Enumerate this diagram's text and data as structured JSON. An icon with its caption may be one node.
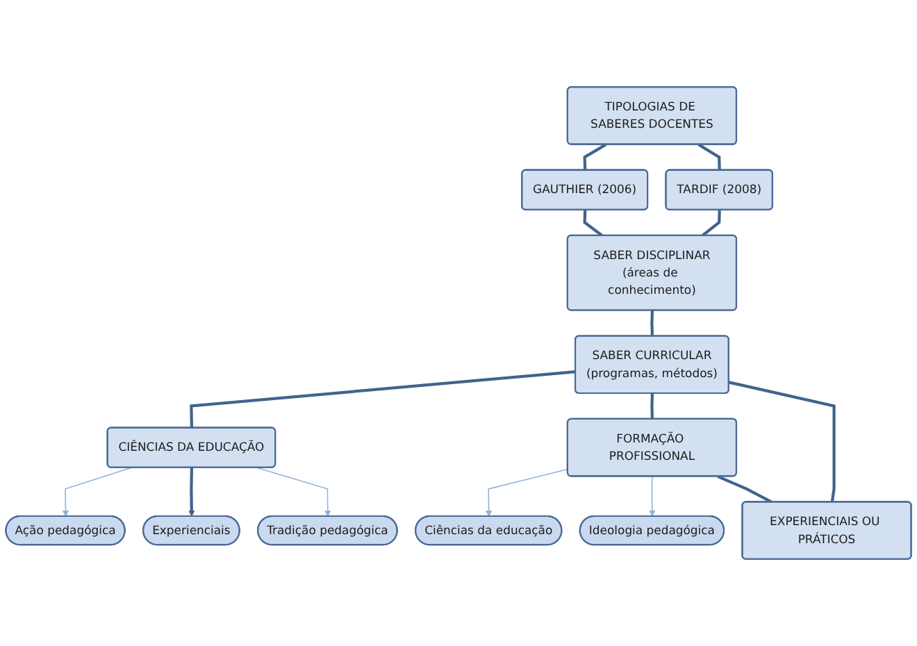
{
  "diagram": {
    "nodes": [
      {
        "text": [
          "TIPOLOGIAS DE SABERES DOCENTES"
        ]
      },
      {
        "text": [
          "GAUTHIER (2006)"
        ]
      },
      {
        "text": [
          "TARDIF (2008)"
        ]
      },
      {
        "text": [
          "SABER DISCIPLINAR",
          "(áreas de conhecimento)"
        ]
      },
      {
        "text": [
          "SABER CURRICULAR",
          "(programas, métodos)"
        ]
      },
      {
        "text": [
          "CIÊNCIAS DA EDUCAÇÃO"
        ]
      },
      {
        "text": [
          "FORMAÇÃO PROFISSIONAL"
        ]
      },
      {
        "text": [
          "Ação pedagógica"
        ]
      },
      {
        "text": [
          "Experienciais"
        ]
      },
      {
        "text": [
          "Tradição pedagógica"
        ]
      },
      {
        "text": [
          "Ciências da educação"
        ]
      },
      {
        "text": [
          "Ideologia pedagógica"
        ]
      },
      {
        "text": [
          "EXPERIENCIAIS OU PRÁTICOS"
        ]
      }
    ],
    "edges": [
      {
        "from": 0,
        "to": 1,
        "arrow": "none"
      },
      {
        "from": 0,
        "to": 2,
        "arrow": "none"
      },
      {
        "from": 1,
        "to": 3,
        "arrow": "none"
      },
      {
        "from": 2,
        "to": 3,
        "arrow": "none"
      },
      {
        "from": 3,
        "to": 4,
        "arrow": "none"
      },
      {
        "from": 4,
        "to": 5,
        "arrow": "none"
      },
      {
        "from": 4,
        "to": 6,
        "arrow": "none"
      },
      {
        "from": 4,
        "to": 12,
        "arrow": "none"
      },
      {
        "from": 5,
        "to": 7,
        "arrow": "to",
        "color": "#8fb3dc"
      },
      {
        "from": 5,
        "to": 8,
        "arrow": "to"
      },
      {
        "from": 5,
        "to": 9,
        "arrow": "to",
        "color": "#8fb3dc"
      },
      {
        "from": 6,
        "to": 10,
        "arrow": "to",
        "color": "#8fb3dc"
      },
      {
        "from": 6,
        "to": 11,
        "arrow": "to",
        "color": "#8fb3dc"
      },
      {
        "from": 6,
        "to": 12,
        "arrow": "none"
      }
    ]
  }
}
